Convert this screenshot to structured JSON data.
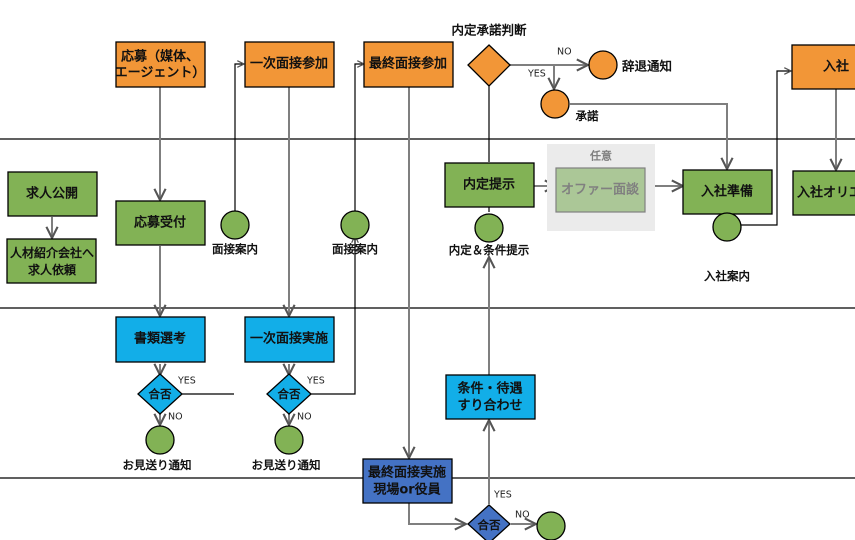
{
  "colors": {
    "orange": "#f29637",
    "green": "#82b255",
    "cyan": "#12aee8",
    "blue": "#4472c4",
    "optional_bg": "#ebebeb",
    "optional_box": "#abc797",
    "line_gray": "#7f7f7f"
  },
  "nodes": {
    "apply_media": [
      "応募（媒体、",
      "エージェント）"
    ],
    "first_interview_join": "一次面接参加",
    "final_interview_join": "最終面接参加",
    "offer_decision_title": "内定承諾判断",
    "decline_notice": "辞退通知",
    "accept": "承諾",
    "join": "入社",
    "job_publish": "求人公開",
    "agency_request": [
      "人材紹介会社へ",
      "求人依頼"
    ],
    "apply_receive": "応募受付",
    "interview_notice_1": "面接案内",
    "interview_notice_2": "面接案内",
    "offer_present": "内定提示",
    "offer_terms_present": "内定＆条件提示",
    "optional_label": "任意",
    "offer_meeting": "オファー面談",
    "join_prep": "入社準備",
    "join_notice": "入社案内",
    "join_orientation": "入社オリエン",
    "doc_screening": "書類選考",
    "first_interview_exec": "一次面接実施",
    "pass_fail": "合否",
    "reject_notice": "お見送り通知",
    "terms_adjust": [
      "条件・待遇",
      "すり合わせ"
    ],
    "final_interview_exec": [
      "最終面接実施",
      "現場or役員"
    ]
  },
  "labels": {
    "yes": "YES",
    "no": "NO"
  }
}
